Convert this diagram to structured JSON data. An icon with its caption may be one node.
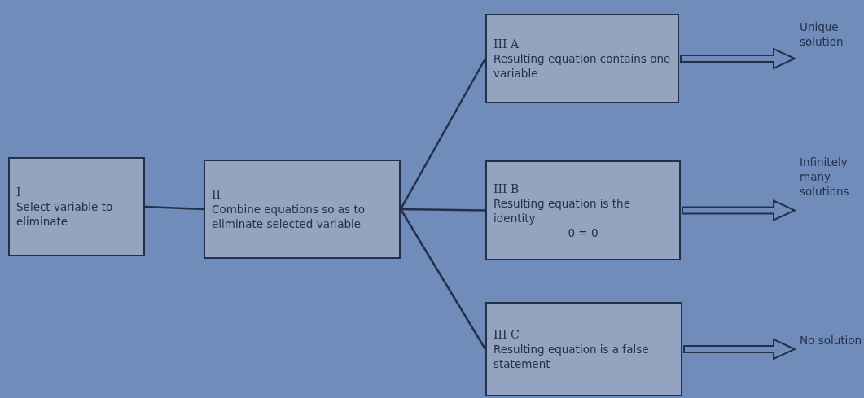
{
  "diagram": {
    "nodes": [
      {
        "text": [
          "I",
          "Select variable to eliminate"
        ]
      },
      {
        "text": [
          "II",
          "Combine equations so as to eliminate selected variable"
        ]
      },
      {
        "text": [
          "III A",
          "Resulting equation contains one variable"
        ]
      },
      {
        "text": [
          "III B",
          "Resulting equation is the identity",
          "0 = 0"
        ]
      },
      {
        "text": [
          "III C",
          "Resulting equation is a false statement"
        ]
      },
      {
        "text": [
          "Unique solution"
        ]
      },
      {
        "text": [
          "Infinitely many solutions"
        ]
      },
      {
        "text": [
          "No solution"
        ]
      }
    ],
    "edges": [
      {
        "from": 0,
        "to": 1,
        "arrow": "none"
      },
      {
        "from": 1,
        "to": 2,
        "arrow": "none"
      },
      {
        "from": 1,
        "to": 3,
        "arrow": "none"
      },
      {
        "from": 1,
        "to": 4,
        "arrow": "none"
      },
      {
        "from": 2,
        "to": 5,
        "arrow": "to",
        "style": "thick"
      },
      {
        "from": 3,
        "to": 6,
        "arrow": "to",
        "style": "thick"
      },
      {
        "from": 4,
        "to": 7,
        "arrow": "to",
        "style": "thick"
      }
    ]
  }
}
